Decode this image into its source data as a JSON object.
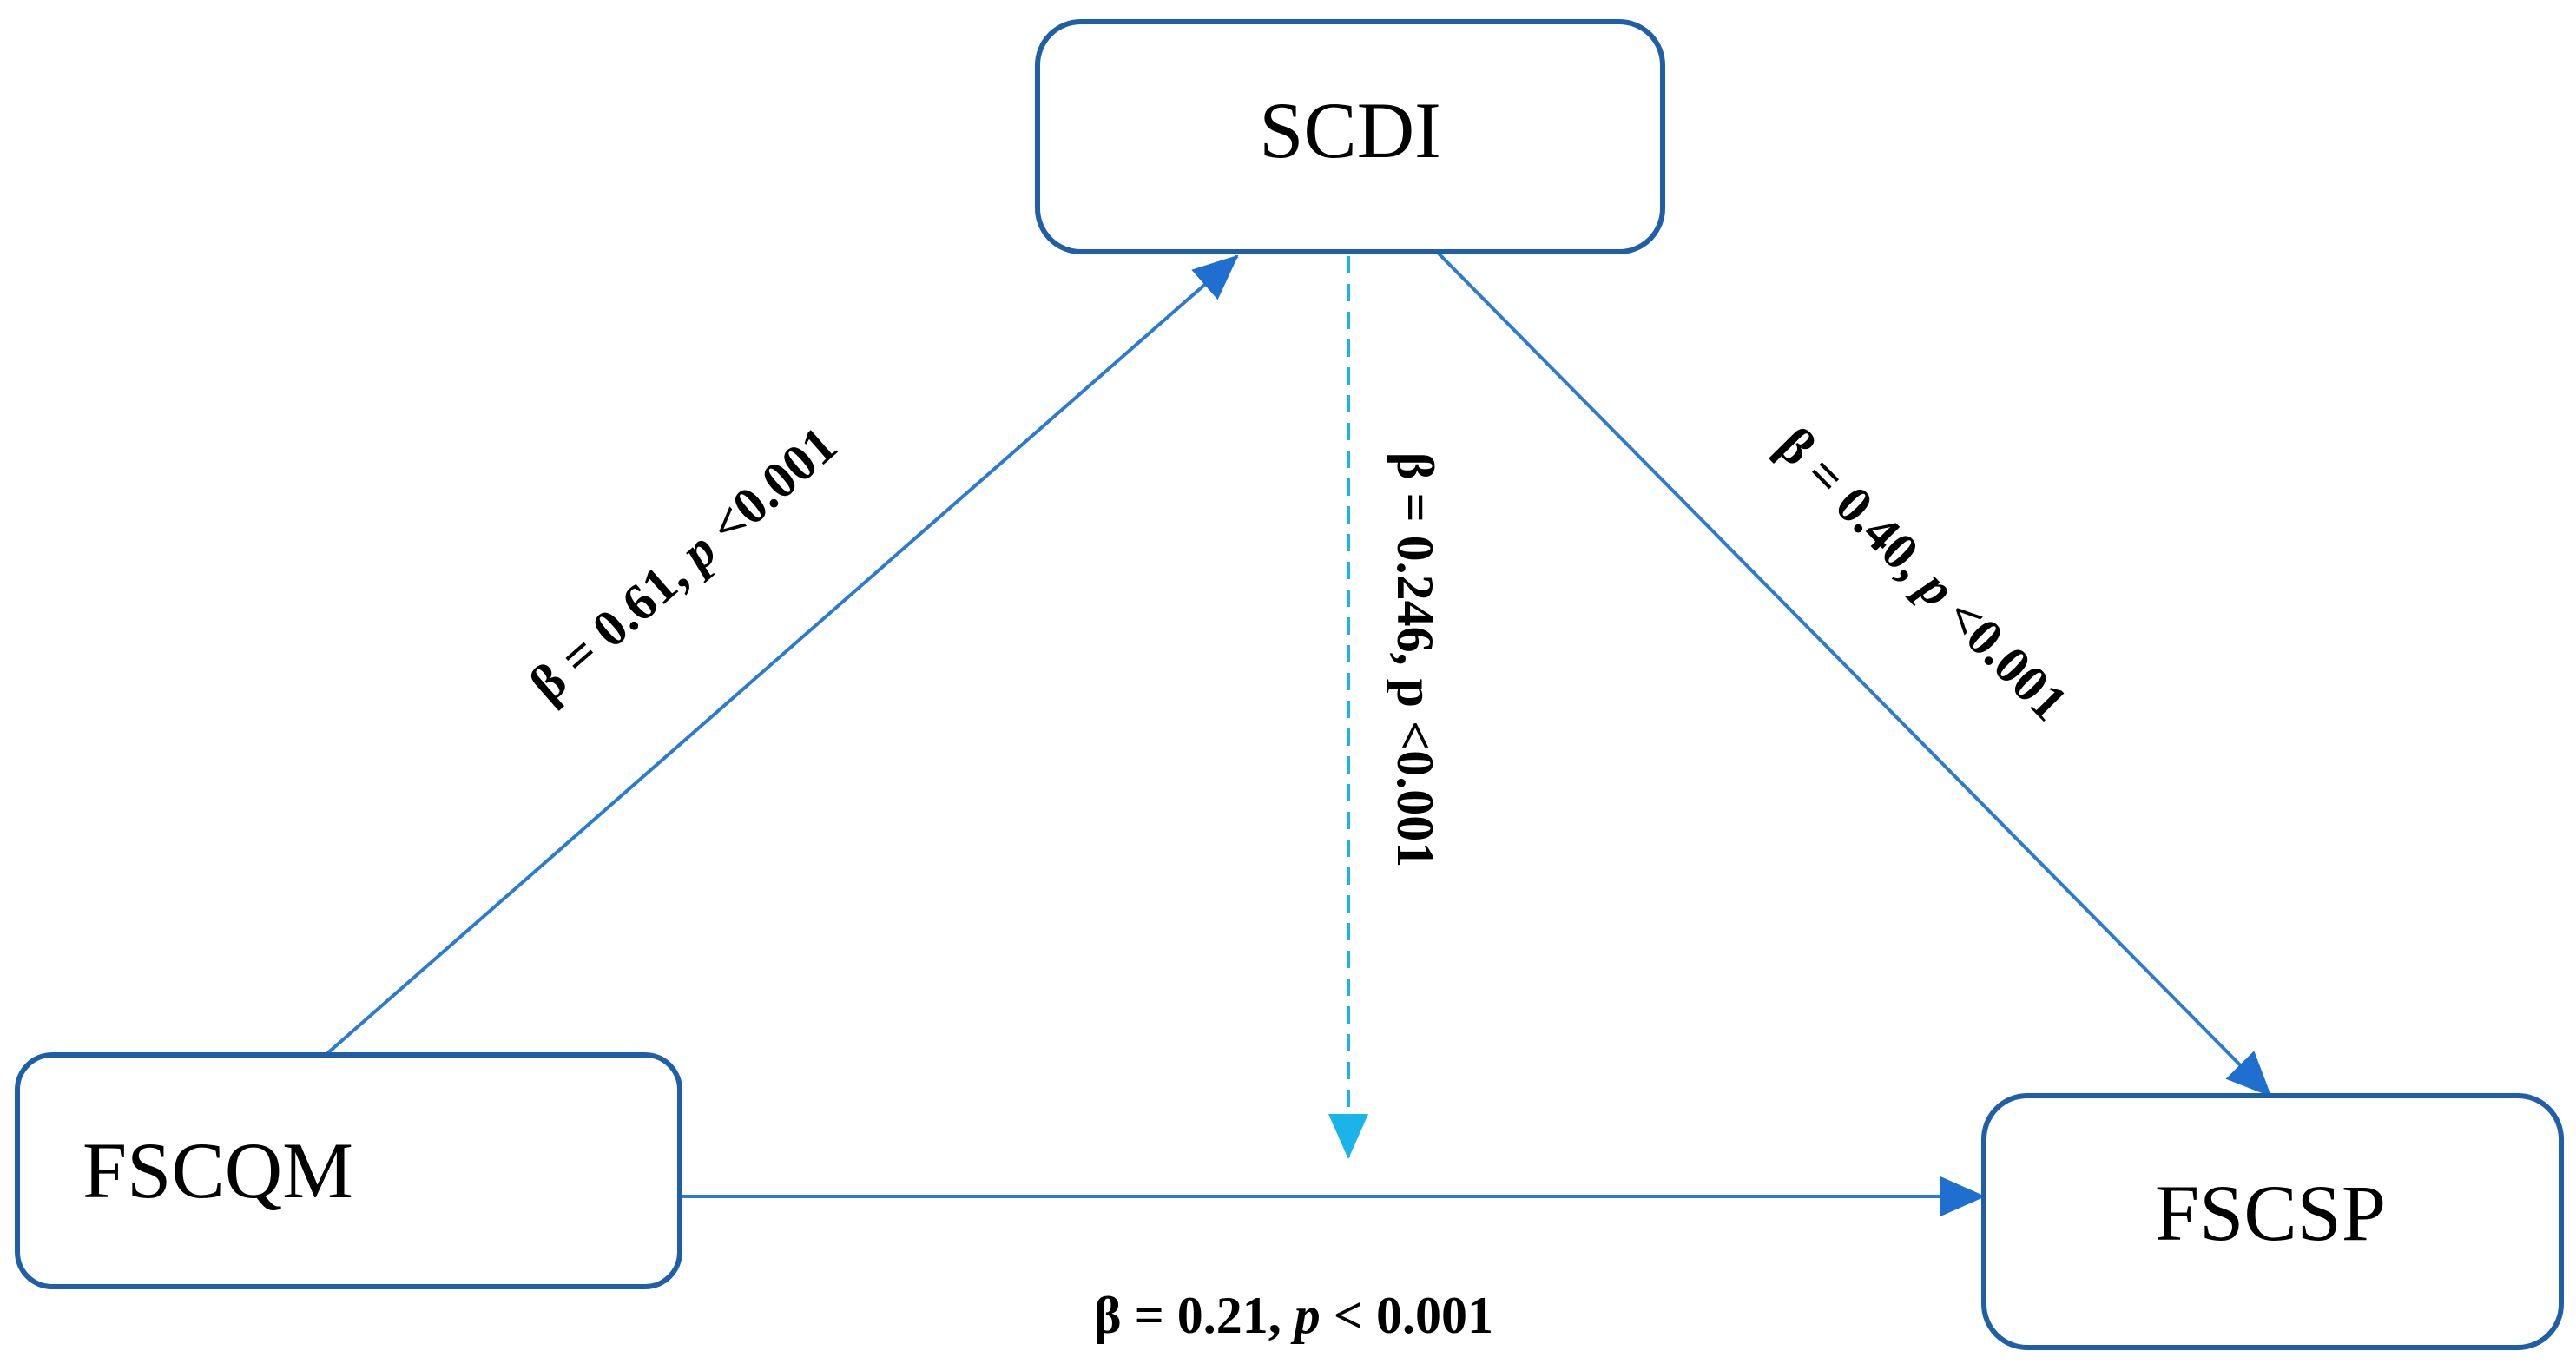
{
  "nodes": {
    "scdi": "SCDI",
    "fscqm": "FSCQM",
    "fscsp": "FSCSP"
  },
  "edges": {
    "fscqm_to_scdi": {
      "beta": "β = 0.61, ",
      "p": "p",
      "rest": " <0.001"
    },
    "scdi_to_fscsp": {
      "beta": "β = 0.40, ",
      "p": "p",
      "rest": " <0.001"
    },
    "fscqm_to_fscsp": {
      "beta": "β = 0.21, ",
      "p": "p",
      "rest": " < 0.001"
    },
    "scdi_to_direct": {
      "text": "β = 0.246, p <0.001"
    }
  },
  "colors": {
    "box_border": "#1f5fa8",
    "arrow": "#2b7bd0",
    "dashed_arrow": "#1ab4e8"
  }
}
